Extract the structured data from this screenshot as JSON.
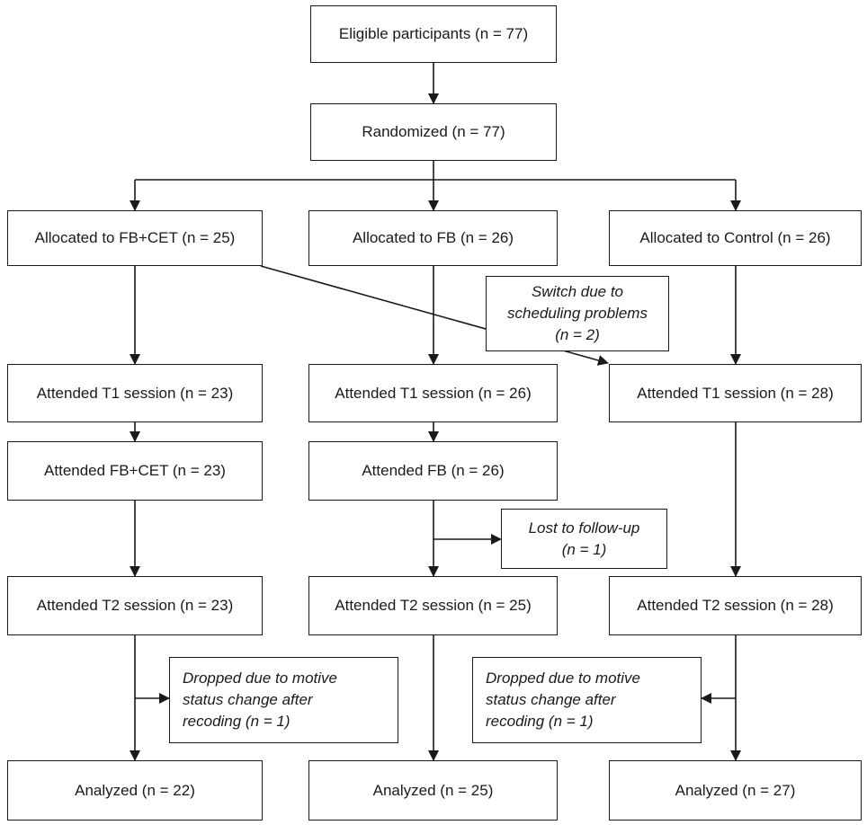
{
  "nodes": {
    "eligible": "Eligible participants (n = 77)",
    "randomized": "Randomized (n = 77)",
    "alloc_fbcet": "Allocated to FB+CET (n = 25)",
    "alloc_fb": "Allocated to FB (n = 26)",
    "alloc_control": "Allocated to Control (n = 26)",
    "switch_note": "Switch due to\nscheduling problems\n(n = 2)",
    "t1_fbcet": "Attended T1 session (n = 23)",
    "t1_fb": "Attended T1 session (n = 26)",
    "t1_control": "Attended T1 session (n = 28)",
    "attended_fbcet": "Attended FB+CET (n = 23)",
    "attended_fb": "Attended FB (n = 26)",
    "lost_note": "Lost to follow-up\n(n = 1)",
    "t2_fbcet": "Attended T2 session (n = 23)",
    "t2_fb": "Attended T2 session (n = 25)",
    "t2_control": "Attended T2 session (n = 28)",
    "dropped_fbcet": "Dropped due to motive\nstatus change after\nrecoding (n = 1)",
    "dropped_control": "Dropped due to motive\nstatus change after\nrecoding (n = 1)",
    "analyzed_fbcet": "Analyzed (n = 22)",
    "analyzed_fb": "Analyzed (n = 25)",
    "analyzed_control": "Analyzed (n = 27)"
  },
  "colors": {
    "line": "#1a1a1a",
    "box_fill": "#ffffff",
    "text": "#1a1a1a"
  }
}
